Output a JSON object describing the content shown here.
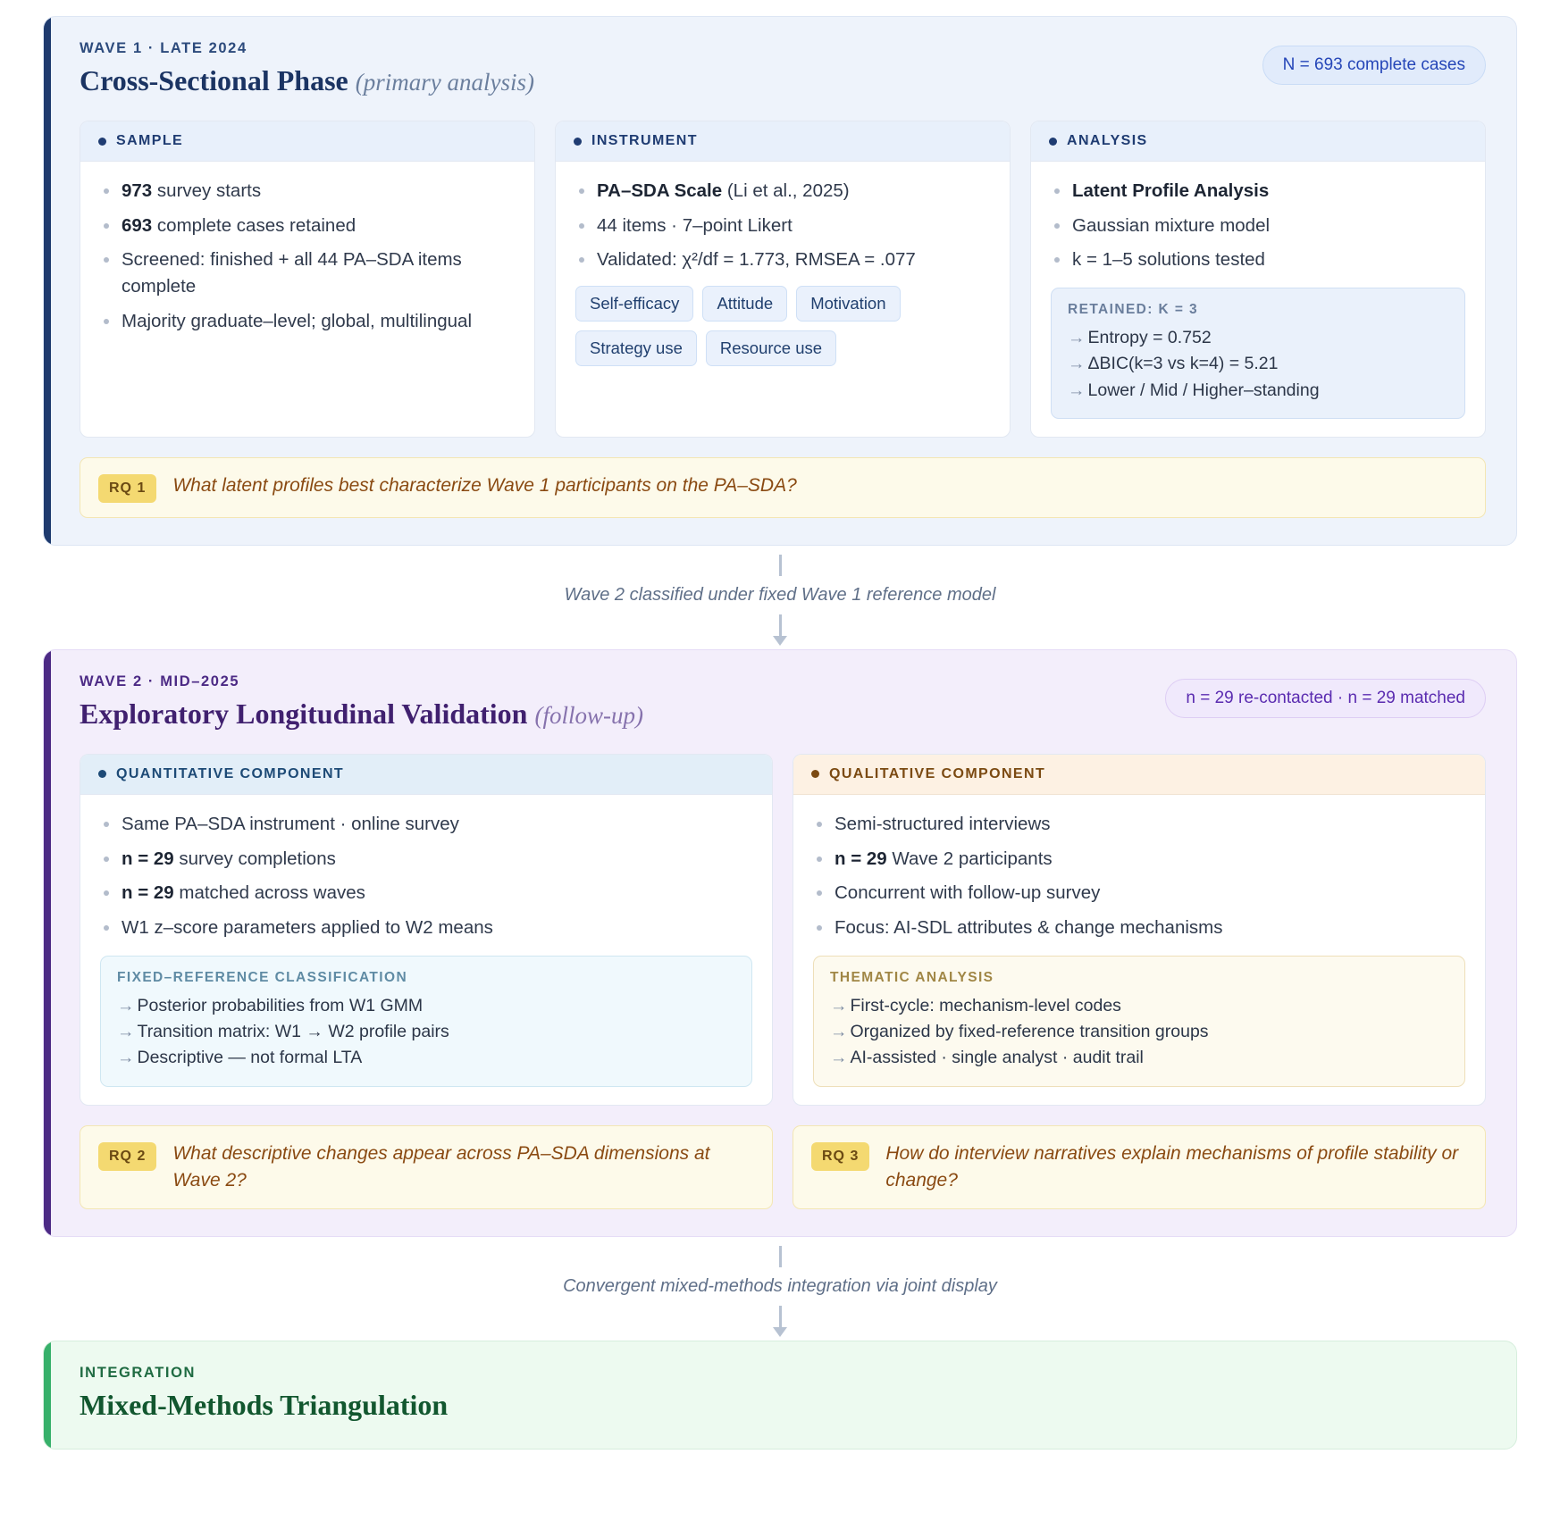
{
  "wave1": {
    "eyebrow": "WAVE 1  ·  LATE 2024",
    "title": "Cross-Sectional Phase",
    "title_sub": "(primary analysis)",
    "pill": "N = 693 complete cases",
    "cards": [
      {
        "heading": "SAMPLE",
        "bullets": [
          {
            "strong": "973",
            "rest": " survey starts"
          },
          {
            "strong": "693",
            "rest": " complete cases retained"
          },
          {
            "strong": "",
            "rest": "Screened: finished + all 44 PA–SDA items complete"
          },
          {
            "strong": "",
            "rest": "Majority graduate–level; global, multilingual"
          }
        ]
      },
      {
        "heading": "INSTRUMENT",
        "bullets": [
          {
            "strong": "PA–SDA Scale",
            "rest": " (Li et al., 2025)"
          },
          {
            "strong": "",
            "rest": "44 items  ·  7–point Likert"
          },
          {
            "strong": "",
            "rest": "Validated: χ²/df = 1.773, RMSEA = .077"
          }
        ],
        "chips": [
          "Self-efficacy",
          "Attitude",
          "Motivation",
          "Strategy use",
          "Resource use"
        ]
      },
      {
        "heading": "ANALYSIS",
        "bullets": [
          {
            "strong": "Latent Profile Analysis",
            "rest": ""
          },
          {
            "strong": "",
            "rest": "Gaussian mixture model"
          },
          {
            "strong": "",
            "rest": "k = 1–5 solutions tested"
          }
        ],
        "note": {
          "title": "RETAINED: K = 3",
          "lines": [
            "Entropy = 0.752",
            "ΔBIC(k=3 vs k=4) = 5.21",
            "Lower / Mid / Higher–standing"
          ]
        }
      }
    ],
    "rq": {
      "tag": "RQ 1",
      "text": "What latent profiles best characterize Wave 1 participants on the PA–SDA?"
    }
  },
  "connector1": "Wave 2 classified under fixed Wave 1 reference model",
  "wave2": {
    "eyebrow": "WAVE 2  ·  MID–2025",
    "title": "Exploratory Longitudinal Validation",
    "title_sub": "(follow-up)",
    "pill": "n = 29 re-contacted  ·  n = 29 matched",
    "cards": [
      {
        "heading": "QUANTITATIVE COMPONENT",
        "bullets": [
          {
            "strong": "",
            "rest": "Same PA–SDA instrument  ·  online survey"
          },
          {
            "strong": "n = 29",
            "rest": " survey completions"
          },
          {
            "strong": "n = 29",
            "rest": " matched across waves"
          },
          {
            "strong": "",
            "rest": "W1 z–score parameters applied to W2 means"
          }
        ],
        "note": {
          "title": "FIXED–REFERENCE CLASSIFICATION",
          "lines": [
            "Posterior probabilities from W1 GMM",
            "Transition matrix: W1 → W2 profile pairs",
            "Descriptive — not formal LTA"
          ]
        }
      },
      {
        "heading": "QUALITATIVE COMPONENT",
        "bullets": [
          {
            "strong": "",
            "rest": "Semi-structured interviews"
          },
          {
            "strong": "n = 29",
            "rest": " Wave 2 participants"
          },
          {
            "strong": "",
            "rest": "Concurrent with follow-up survey"
          },
          {
            "strong": "",
            "rest": "Focus: AI-SDL attributes & change mechanisms"
          }
        ],
        "note": {
          "title": "THEMATIC ANALYSIS",
          "lines": [
            "First-cycle: mechanism-level codes",
            "Organized by fixed-reference transition groups",
            "AI-assisted · single analyst · audit trail"
          ]
        }
      }
    ],
    "rqs": [
      {
        "tag": "RQ 2",
        "text": "What descriptive changes appear across PA–SDA dimensions at Wave 2?"
      },
      {
        "tag": "RQ 3",
        "text": "How do interview narratives explain mechanisms of profile stability or change?"
      }
    ]
  },
  "connector2": "Convergent mixed-methods integration via joint display",
  "integration": {
    "eyebrow": "INTEGRATION",
    "title": "Mixed-Methods Triangulation"
  }
}
